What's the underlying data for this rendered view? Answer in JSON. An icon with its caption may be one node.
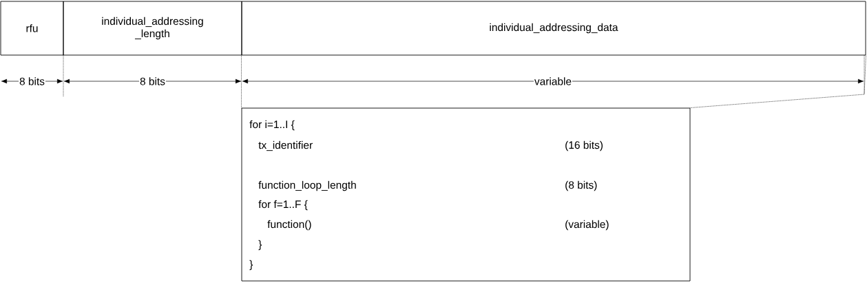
{
  "diagram": {
    "nodes": [
      {
        "text": [
          "rfu"
        ]
      },
      {
        "text": [
          "individual_addressing _length"
        ]
      },
      {
        "text": [
          "individual_addressing_data"
        ]
      },
      {
        "text": [
          "for i=1..I {",
          "tx_identifier",
          "(16 bits)",
          "function_loop_length",
          "(8 bits)",
          "for f=1..F {",
          "function()",
          "(variable)",
          "}",
          "}"
        ]
      }
    ],
    "edges": [
      {
        "from": 3,
        "to": 2,
        "arrow": "none",
        "style": "dashed"
      },
      {
        "from": 2,
        "to": 3,
        "arrow": "none",
        "style": "dashed"
      }
    ],
    "labels": [
      "8 bits",
      "8 bits",
      "variable"
    ]
  }
}
